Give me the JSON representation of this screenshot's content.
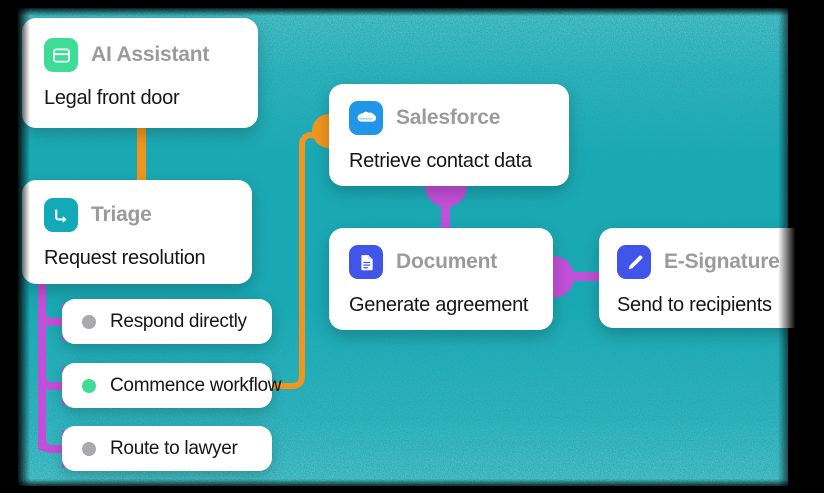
{
  "canvas": {
    "background_color": "#16a7b2",
    "frame_color": "#000000"
  },
  "palette": {
    "orange": "#f0961e",
    "purple": "#c24fd8",
    "green": "#3ddc97",
    "teal": "#12aab8",
    "blue": "#2196e8",
    "indigo": "#4155e8",
    "gray_dot": "#a9a9ae",
    "title_gray": "#9b9b9b",
    "subtitle_black": "#161616"
  },
  "nodes": [
    {
      "id": "ai-assistant",
      "title": "AI Assistant",
      "subtitle": "Legal front door",
      "icon": "window-card-icon",
      "icon_color": "#3ddc97"
    },
    {
      "id": "triage",
      "title": "Triage",
      "subtitle": "Request resolution",
      "icon": "arrow-turn-right-icon",
      "icon_color": "#12aab8"
    },
    {
      "id": "salesforce",
      "title": "Salesforce",
      "subtitle": "Retrieve contact data",
      "icon": "salesforce-cloud-icon",
      "icon_color": "#2196e8"
    },
    {
      "id": "document",
      "title": "Document",
      "subtitle": "Generate agreement",
      "icon": "document-page-icon",
      "icon_color": "#4155e8"
    },
    {
      "id": "e-signature",
      "title": "E-Signature",
      "subtitle": "Send to recipients",
      "icon": "pencil-icon",
      "icon_color": "#4155e8"
    }
  ],
  "branch_options": [
    {
      "label": "Respond directly",
      "dot_color": "#a9a9ae",
      "state": "inactive"
    },
    {
      "label": "Commence workflow",
      "dot_color": "#3ddc97",
      "state": "active"
    },
    {
      "label": "Route to lawyer",
      "dot_color": "#a9a9ae",
      "state": "inactive"
    }
  ],
  "connectors": [
    {
      "from": "ai-assistant",
      "to": "triage",
      "color": "#f0961e"
    },
    {
      "from": "triage",
      "to": "respond-directly",
      "color": "#c24fd8"
    },
    {
      "from": "triage",
      "to": "commence-workflow",
      "color": "#c24fd8"
    },
    {
      "from": "triage",
      "to": "route-to-lawyer",
      "color": "#c24fd8"
    },
    {
      "from": "commence-workflow",
      "to": "salesforce",
      "color": "#f0961e"
    },
    {
      "from": "salesforce",
      "to": "document",
      "color": "#c24fd8"
    },
    {
      "from": "document",
      "to": "e-signature",
      "color": "#c24fd8"
    }
  ]
}
